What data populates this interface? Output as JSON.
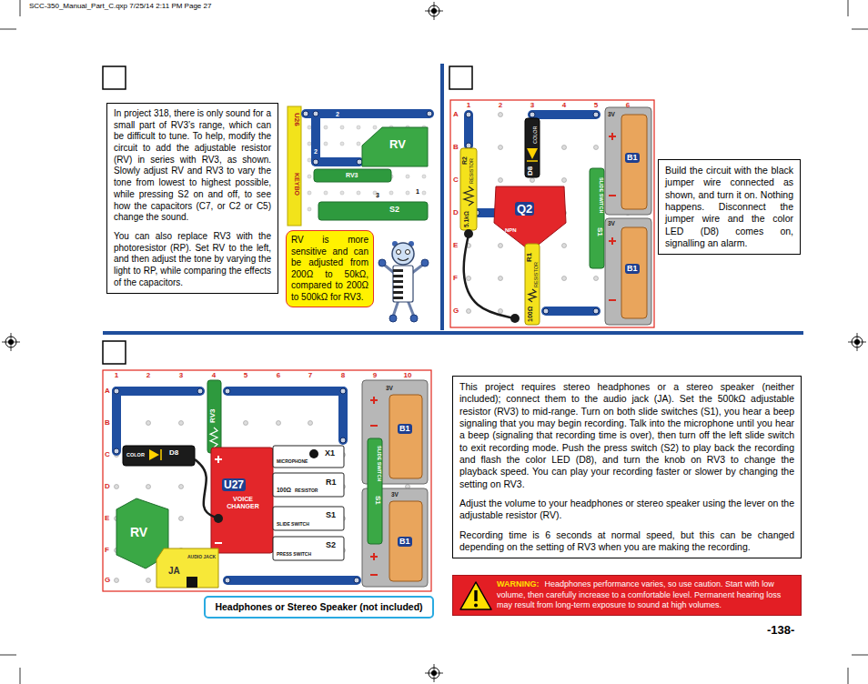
{
  "diagram": {
    "nodes": [
      {
        "text": [
          "In project 318, there is only sound for a small part of RV3’s range, which can be difficult to tune. To help, modify the circuit to add the adjustable resistor (RV) in series with RV3, as shown. Slowly adjust RV and RV3 to vary the tone from lowest to highest possible, while pressing S2 on and off, to see how the capacitors (C7, or C2 or C5) change the sound.",
          "You can also replace RV3 with the photoresistor (RP). Set RV to the left, and then adjust the tone by varying the light to RP, while comparing the effects of the capacitors."
        ]
      },
      {
        "text": [
          "RV is more sensitive and can be adjusted from 200Ω to 50kΩ, compared to 200Ω to 500kΩ for RV3."
        ]
      },
      {
        "text": [
          "Build the circuit with the black jumper wire connected as shown, and turn it on. Nothing happens. Disconnect the jumper wire and the color LED (D8) comes on, signalling an alarm."
        ]
      },
      {
        "text": [
          "This project requires stereo headphones or a stereo speaker (neither included); connect them to the audio jack (JA). Set the 500kΩ adjustable resistor (RV3) to mid-range. Turn on both slide switches (S1), you hear a beep signaling that you may begin recording. Talk into the microphone until you hear a beep (signaling that recording time is over), then turn off the left slide switch to exit recording mode. Push the press switch (S2) to play back the recording and flash the color LED (D8), and turn the knob on RV3 to change the playback speed. You can play your recording faster or slower by changing the setting on RV3.",
          "Adjust the volume to your headphones or stereo speaker using the lever on the adjustable resistor (RV).",
          "Recording time is 6 seconds at normal speed, but this can be changed depending on the setting of RV3 when you are making the recording."
        ]
      },
      {
        "text": [
          "WARNING:",
          "Headphones performance varies, so use caution. Start with low volume, then carefully increase to a comfortable level. Permanent hearing loss may result from long-term exposure to sound at high volumes."
        ]
      },
      {
        "text": [
          "Headphones or Stereo Speaker (not included)"
        ]
      }
    ],
    "labels": [
      "SCC-350_Manual_Part_C.qxp 7/25/14 2:11 PM Page 27",
      "-138-",
      "U26",
      "KEYBO",
      "RV3",
      "RV",
      "S2",
      "2",
      "2",
      "1",
      "3",
      "1",
      "2",
      "3",
      "4",
      "5",
      "6",
      "A",
      "B",
      "C",
      "D",
      "E",
      "F",
      "G",
      "R2",
      "RESISTOR",
      "5.1kΩ",
      "D8",
      "COLOR",
      "Q2",
      "NPN",
      "R1",
      "RESISTOR",
      "100Ω",
      "SLIDE SWITCH",
      "S1",
      "B1",
      "3V",
      "B1",
      "3V",
      "1",
      "2",
      "3",
      "4",
      "5",
      "6",
      "7",
      "8",
      "9",
      "10",
      "A",
      "B",
      "C",
      "D",
      "E",
      "F",
      "G",
      "RV3",
      "D8",
      "COLOR",
      "U27",
      "VOICE CHANGER",
      "X1",
      "MICROPHONE",
      "R1",
      "100Ω",
      "RESISTOR",
      "S1",
      "SLIDE SWITCH",
      "S2",
      "PRESS SWITCH",
      "SLIDE SWITCH",
      "S1",
      "B1",
      "3V",
      "B1",
      "3V",
      "RV",
      "JA",
      "AUDIO JACK"
    ]
  }
}
